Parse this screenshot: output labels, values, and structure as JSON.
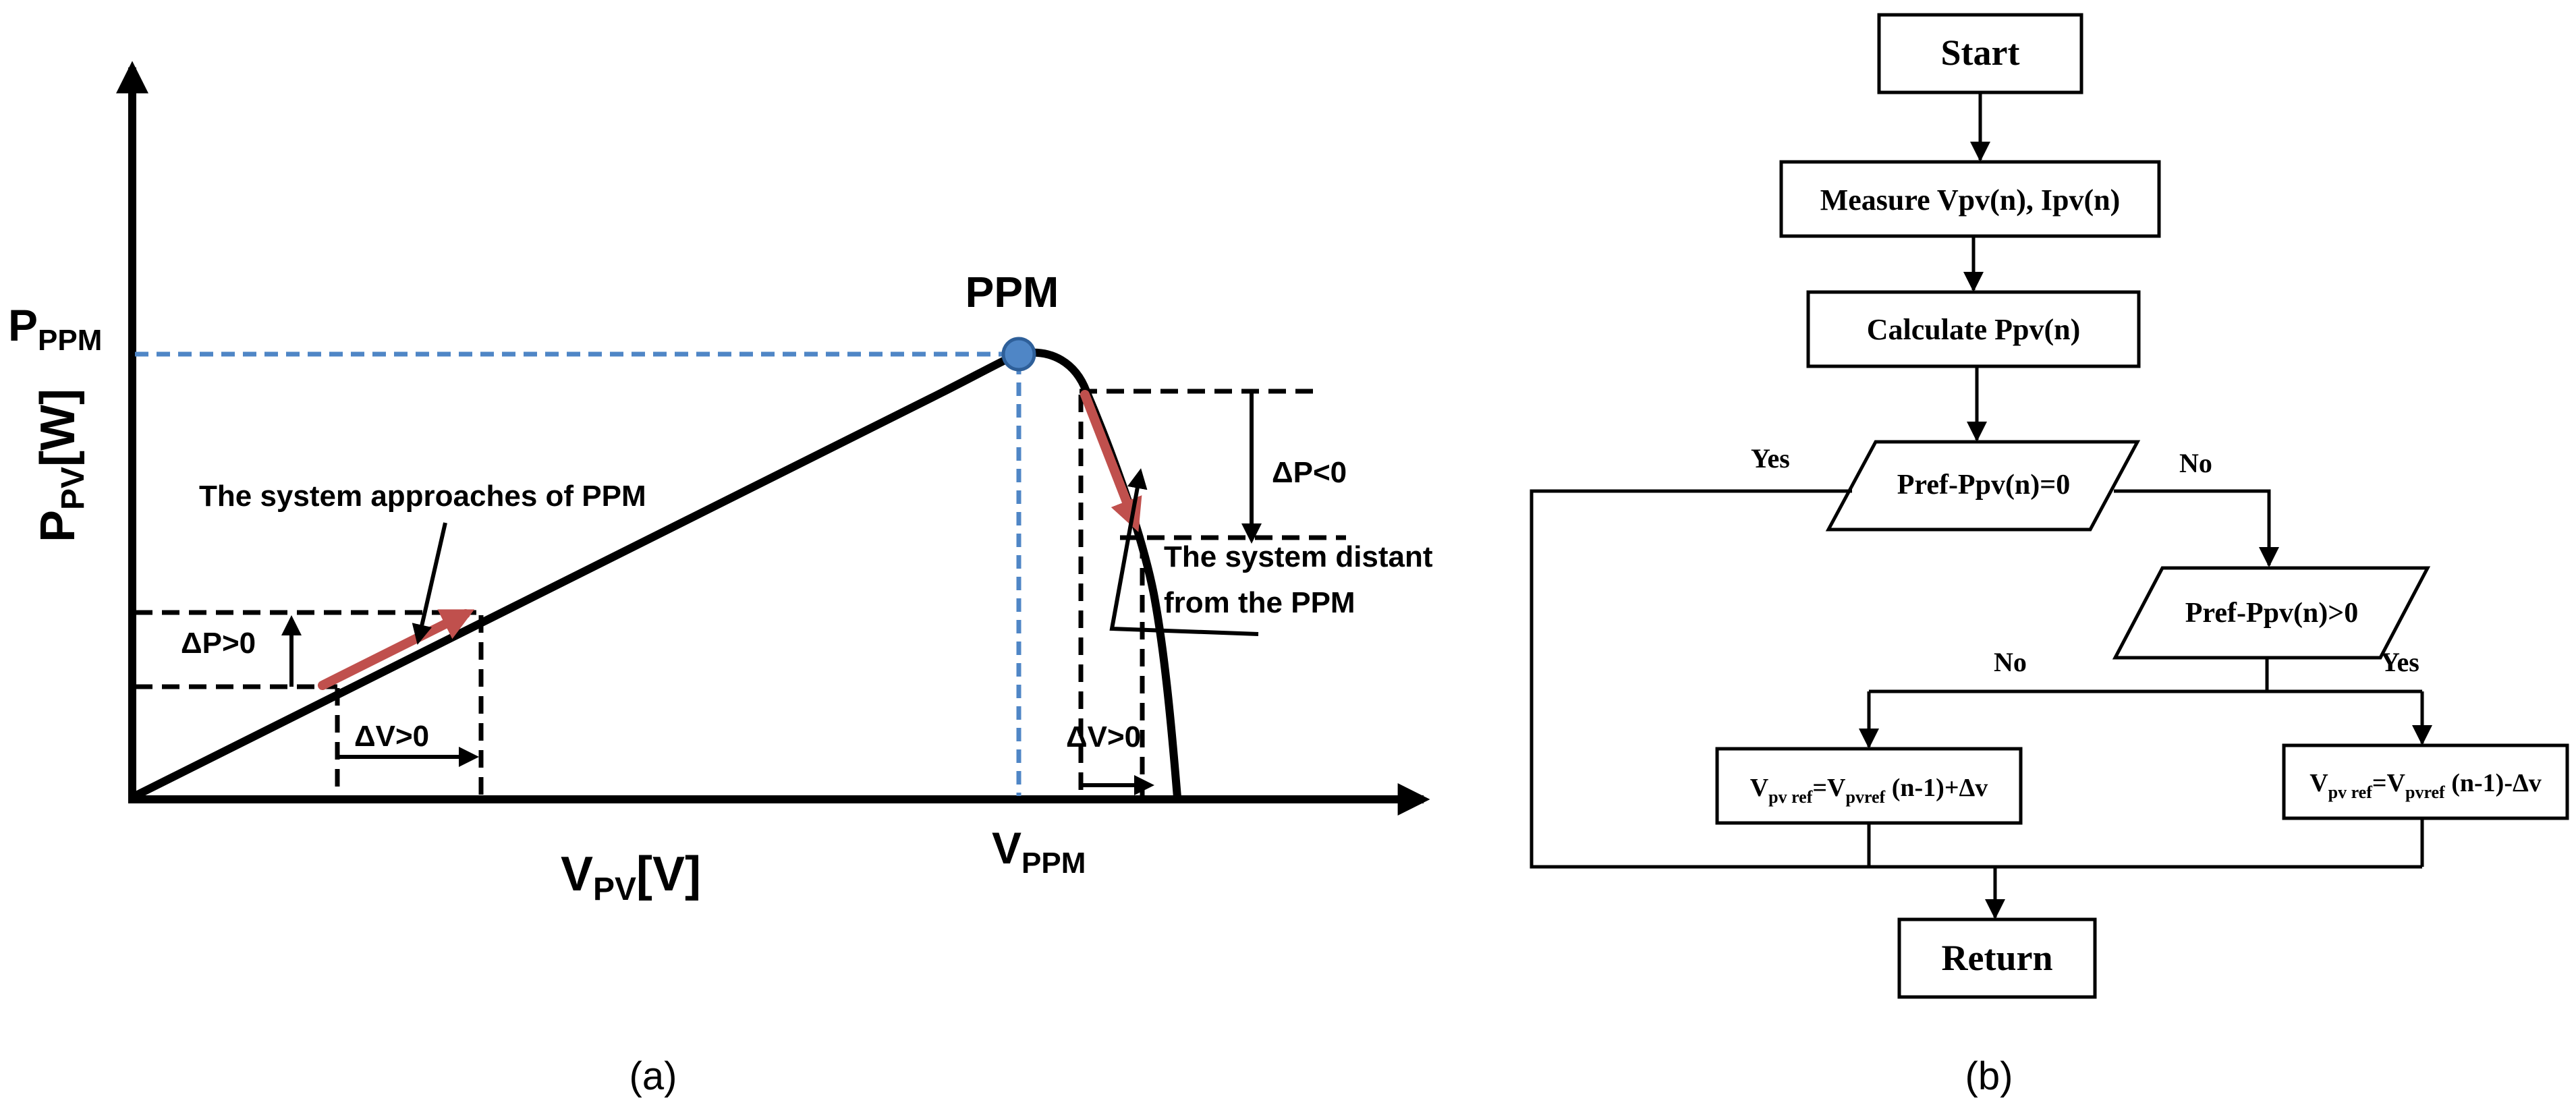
{
  "panel_a": {
    "y_axis_label": "P",
    "y_axis_label_sub": "PV",
    "y_axis_unit": "[W]",
    "x_axis_label": "V",
    "x_axis_label_sub": "PV",
    "x_axis_unit": "[V]",
    "peak_label": "PPM",
    "p_ppm_label": "P",
    "p_ppm_label_sub": "PPM",
    "v_ppm_label": "V",
    "v_ppm_label_sub": "PPM",
    "approach_text": "The system approaches of PPM",
    "distant_text_line1": "The system distant",
    "distant_text_line2": "from the PPM",
    "delta_p_pos": "ΔP>0",
    "delta_v_pos_left": "ΔV>0",
    "delta_p_neg": "ΔP<0",
    "delta_v_pos_right": "ΔV>0",
    "caption": "(a)"
  },
  "panel_b": {
    "start": "Start",
    "measure": "Measure Vpv(n), Ipv(n)",
    "calculate": "Calculate Ppv(n)",
    "decision1": "Pref-Ppv(n)=0",
    "decision2": "Pref-Ppv(n)>0",
    "yes1": "Yes",
    "no1": "No",
    "no2": "No",
    "yes2": "Yes",
    "inc_v": "V",
    "inc_sub1": "pv ref",
    "inc_eq": "=V",
    "inc_sub2": "pvref",
    "inc_rest": " (n-1)+Δv",
    "dec_v": "V",
    "dec_sub1": "pv ref",
    "dec_eq": "=V",
    "dec_sub2": "pvref",
    "dec_rest": " (n-1)-Δv",
    "return": "Return",
    "caption": "(b)"
  }
}
